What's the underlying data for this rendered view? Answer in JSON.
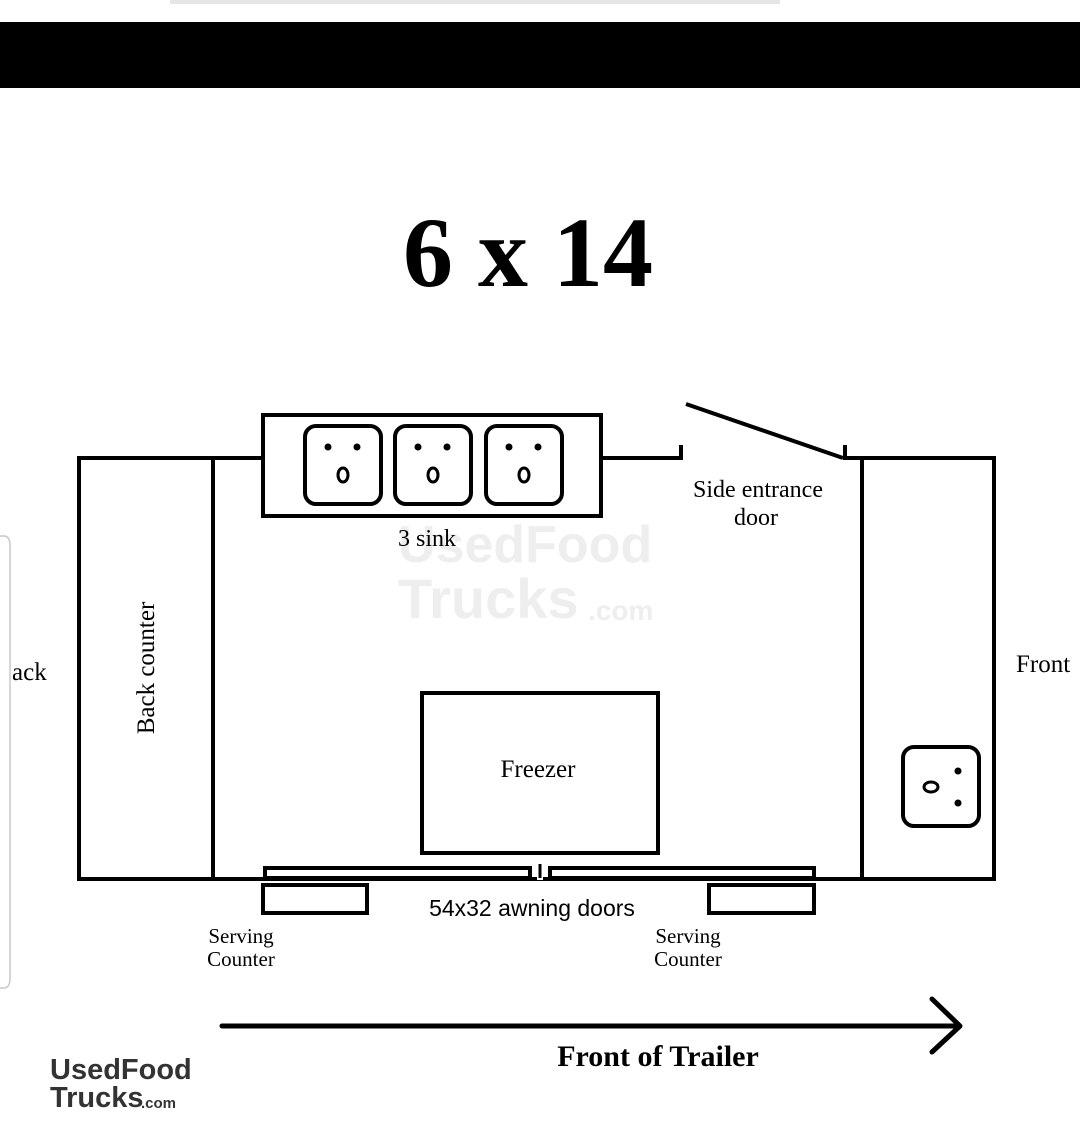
{
  "title": "6 x 14",
  "labels": {
    "sink": "3 sink",
    "side_entrance_line1": "Side entrance",
    "side_entrance_line2": "door",
    "back_counter": "Back counter",
    "back_partial": "ack",
    "front_partial": "Front",
    "freezer": "Freezer",
    "awning_doors": "54x32 awning doors",
    "serving_left_line1": "Serving",
    "serving_left_line2": "Counter",
    "serving_right_line1": "Serving",
    "serving_right_line2": "Counter",
    "front_of_trailer": "Front of Trailer"
  },
  "watermark": {
    "line1": "UsedFood",
    "line2": "Trucks",
    "suffix": ".com"
  },
  "logo": {
    "line1": "UsedFood",
    "line2": "Trucks",
    "suffix": ".com"
  },
  "colors": {
    "ink": "#000000",
    "background": "#ffffff",
    "watermark": "#eeeeee",
    "logo": "#333333"
  }
}
